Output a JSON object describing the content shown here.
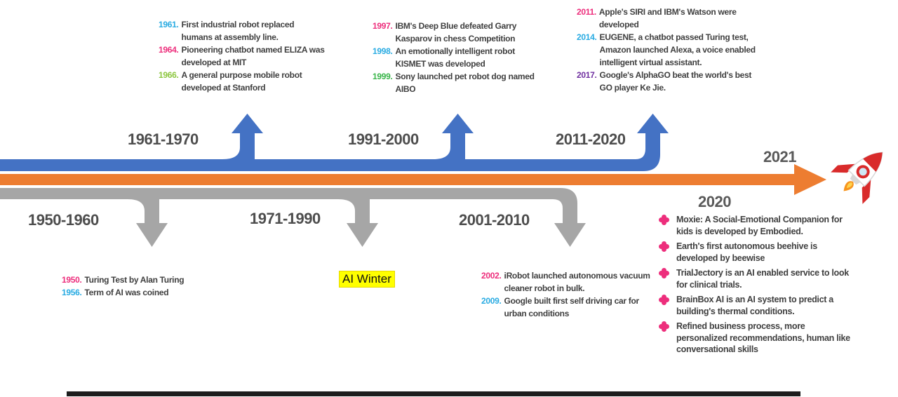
{
  "colors": {
    "blue_band": "#4472C4",
    "orange_band": "#ED7D31",
    "gray_band": "#A6A6A6",
    "pink_year": "#ED2E7C",
    "blue_year": "#29ABE2",
    "green_year_light": "#8CC63F",
    "green_year": "#39B54A",
    "purple_year": "#7030A0",
    "label_gray": "#4D4D4D",
    "highlight_yellow": "#FFFF00",
    "bullet_pink": "#ED2E7C"
  },
  "icons": {
    "rocket": "rocket-icon",
    "bullet": "flower-bullet-icon"
  },
  "top_periods": [
    {
      "label": "1961-1970",
      "events": [
        {
          "year": "1961.",
          "text": "First industrial robot replaced humans at assembly line."
        },
        {
          "year": "1964.",
          "text": "Pioneering chatbot named ELIZA was developed at MIT"
        },
        {
          "year": "1966.",
          "text": "A general purpose mobile robot developed at Stanford"
        }
      ]
    },
    {
      "label": "1991-2000",
      "events": [
        {
          "year": "1997.",
          "text": "IBM's Deep Blue defeated Garry Kasparov in chess Competition"
        },
        {
          "year": "1998.",
          "text": "An emotionally intelligent robot KISMET was developed"
        },
        {
          "year": "1999.",
          "text": "Sony launched pet robot dog named AIBO"
        }
      ]
    },
    {
      "label": "2011-2020",
      "events": [
        {
          "year": "2011.",
          "text": "Apple's SIRI and IBM's Watson were developed"
        },
        {
          "year": "2014.",
          "text": "EUGENE, a chatbot passed Turing test, Amazon launched Alexa, a voice enabled intelligent virtual assistant."
        },
        {
          "year": "2017.",
          "text": "Google's AlphaGO beat the world's best GO player Ke Jie."
        }
      ]
    }
  ],
  "bottom_periods": [
    {
      "label": "1950-1960",
      "events": [
        {
          "year": "1950.",
          "text": "Turing Test by Alan Turing"
        },
        {
          "year": "1956.",
          "text": "Term of AI was coined"
        }
      ]
    },
    {
      "label": "1971-1990",
      "note": "AI Winter"
    },
    {
      "label": "2001-2010",
      "events": [
        {
          "year": "2002.",
          "text": "iRobot launched autonomous vacuum cleaner robot in bulk."
        },
        {
          "year": "2009.",
          "text": "Google built first self driving car for urban conditions"
        }
      ]
    }
  ],
  "right": {
    "year_top": "2021",
    "year_bottom": "2020",
    "bullets": [
      "Moxie: A Social-Emotional Companion for kids is developed by Embodied.",
      "Earth's first autonomous beehive is developed by beewise",
      "TrialJectory is an AI enabled service to look for clinical trials.",
      "BrainBox AI is an AI system to predict a building's thermal conditions.",
      "Refined business process, more personalized recommendations, human like conversational skills"
    ]
  }
}
